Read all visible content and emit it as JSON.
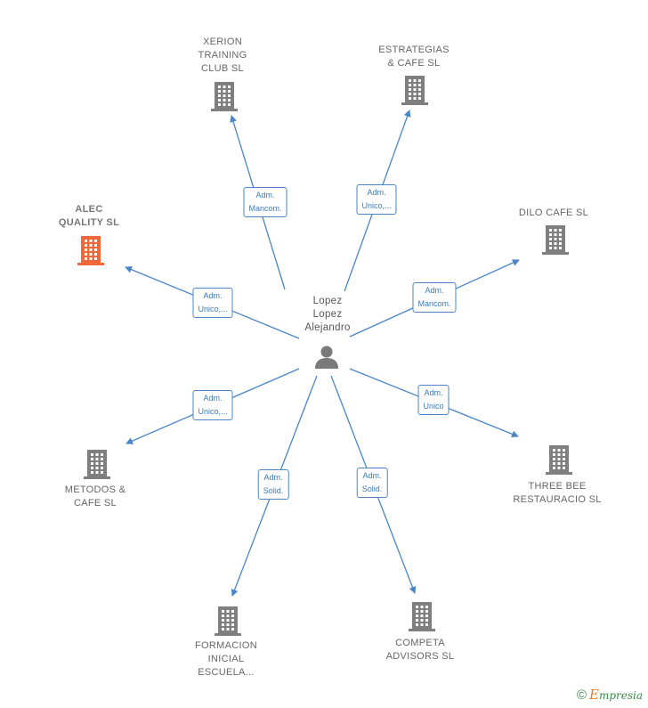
{
  "center": {
    "lines": [
      "Lopez",
      "Lopez",
      "Alejandro"
    ],
    "icon": "person-icon"
  },
  "colors": {
    "edge": "#4a86c8",
    "building": "#7f7f7f",
    "building_accent": "#f0683a"
  },
  "nodes": [
    {
      "id": "xerion",
      "lines": [
        "XERION",
        "TRAINING",
        "CLUB  SL"
      ],
      "edge_label": [
        "Adm.",
        "Mancom."
      ],
      "accent": false
    },
    {
      "id": "estrategias",
      "lines": [
        "ESTRATEGIAS",
        "& CAFE  SL"
      ],
      "edge_label": [
        "Adm.",
        "Unico,..."
      ],
      "accent": false
    },
    {
      "id": "dilo",
      "lines": [
        "DILO CAFE  SL"
      ],
      "edge_label": [
        "Adm.",
        "Mancom."
      ],
      "accent": false
    },
    {
      "id": "alec",
      "lines": [
        "ALEC",
        "QUALITY  SL"
      ],
      "edge_label": [
        "Adm.",
        "Unico,..."
      ],
      "accent": true
    },
    {
      "id": "metodos",
      "lines": [
        "METODOS &",
        "CAFE  SL"
      ],
      "edge_label": [
        "Adm.",
        "Unico,..."
      ],
      "accent": false
    },
    {
      "id": "threebee",
      "lines": [
        "THREE BEE",
        "RESTAURACIO SL"
      ],
      "edge_label": [
        "Adm.",
        "Unico"
      ],
      "accent": false
    },
    {
      "id": "formacion",
      "lines": [
        "FORMACION",
        "INICIAL",
        "ESCUELA..."
      ],
      "edge_label": [
        "Adm.",
        "Solid."
      ],
      "accent": false
    },
    {
      "id": "competa",
      "lines": [
        "COMPETA",
        "ADVISORS  SL"
      ],
      "edge_label": [
        "Adm.",
        "Solid."
      ],
      "accent": false
    }
  ],
  "footer": {
    "copyright": "©",
    "brand_initial": "E",
    "brand_rest": "mpresia"
  }
}
